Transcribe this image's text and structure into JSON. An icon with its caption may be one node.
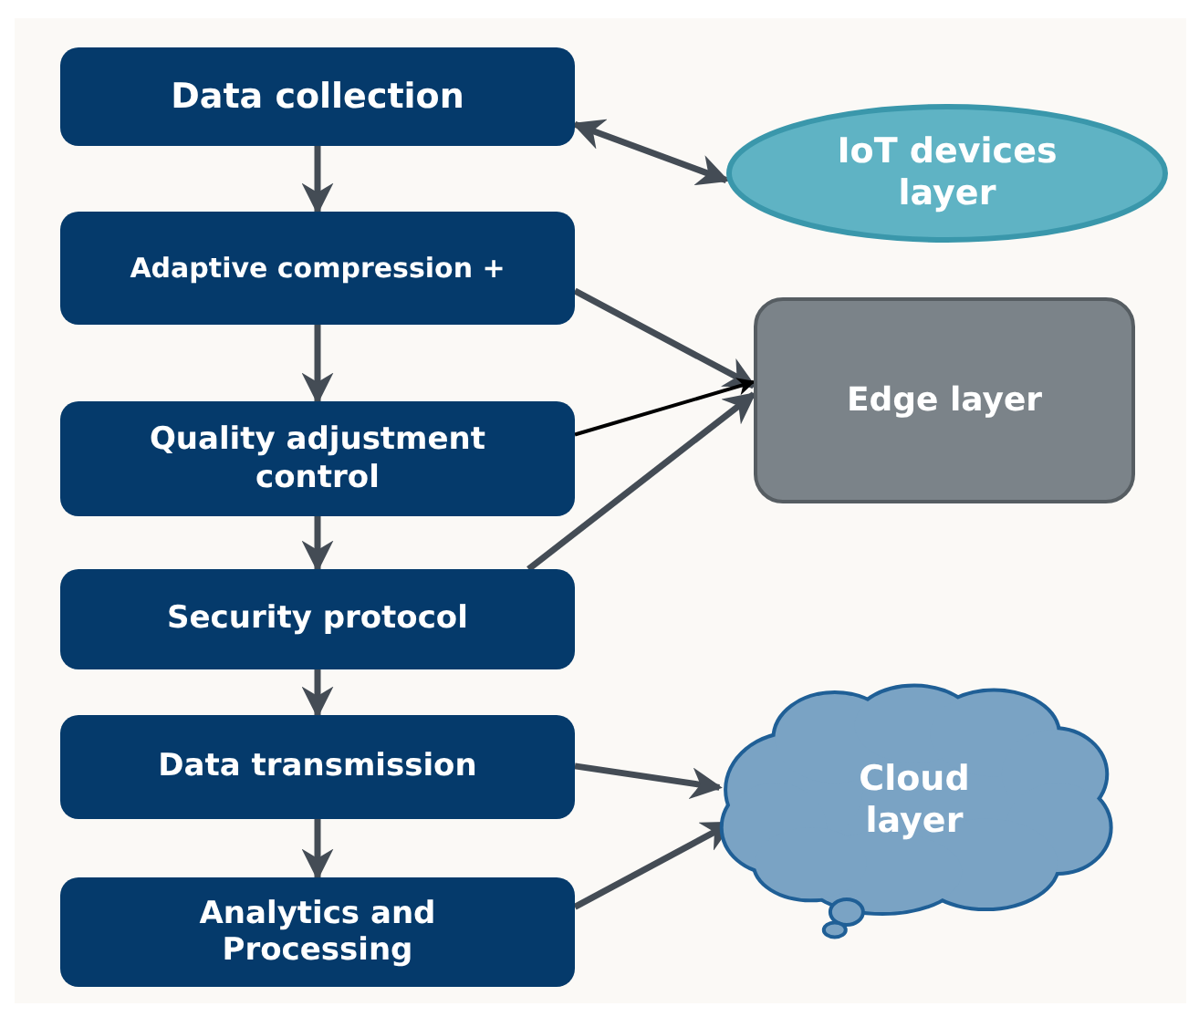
{
  "diagram": {
    "nodes": [
      {
        "text": [
          "Data collection"
        ]
      },
      {
        "text": [
          "Adaptive compression +"
        ]
      },
      {
        "text": [
          "Quality adjustment control"
        ]
      },
      {
        "text": [
          "Security protocol"
        ]
      },
      {
        "text": [
          "Data transmission"
        ]
      },
      {
        "text": [
          "Analytics and Processing"
        ]
      },
      {
        "text": [
          "IoT devices layer"
        ]
      },
      {
        "text": [
          "Edge layer"
        ]
      },
      {
        "text": [
          "Cloud layer"
        ]
      }
    ],
    "edges": [
      {
        "from": 0,
        "to": 1,
        "arrow": "to"
      },
      {
        "from": 1,
        "to": 2,
        "arrow": "to"
      },
      {
        "from": 2,
        "to": 3,
        "arrow": "to"
      },
      {
        "from": 3,
        "to": 4,
        "arrow": "to"
      },
      {
        "from": 4,
        "to": 5,
        "arrow": "to"
      },
      {
        "from": 0,
        "to": 6,
        "arrow": "both"
      },
      {
        "from": 1,
        "to": 7,
        "arrow": "to"
      },
      {
        "from": 2,
        "to": 7,
        "arrow": "to",
        "color": "#000000"
      },
      {
        "from": 3,
        "to": 7,
        "arrow": "to"
      },
      {
        "from": 4,
        "to": 8,
        "arrow": "to"
      },
      {
        "from": 5,
        "to": 8,
        "arrow": "to"
      }
    ]
  }
}
